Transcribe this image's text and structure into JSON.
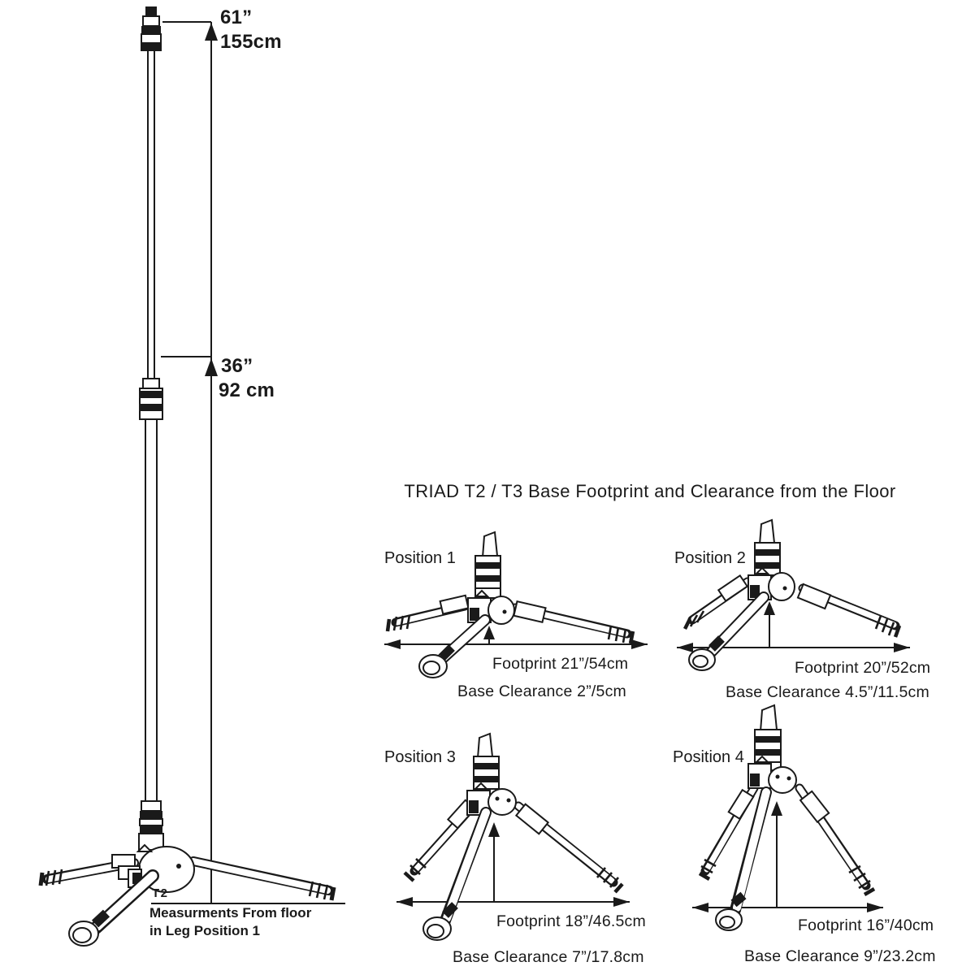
{
  "page": {
    "background": "#ffffff",
    "ink_color": "#1a1a1a"
  },
  "stand_figure": {
    "model_label": "T2",
    "full_height": {
      "inches": "61”",
      "metric": "155cm"
    },
    "mid_height": {
      "inches": "36”",
      "metric": "92 cm"
    },
    "note_line1": "Measurments From floor",
    "note_line2": "in Leg Position 1"
  },
  "footprint_section": {
    "title": "TRIAD T2 / T3 Base Footprint and Clearance from the Floor",
    "positions": [
      {
        "label": "Position 1",
        "footprint": "Footprint 21”/54cm",
        "clearance": "Base Clearance 2”/5cm"
      },
      {
        "label": "Position 2",
        "footprint": "Footprint 20”/52cm",
        "clearance": "Base Clearance 4.5”/11.5cm"
      },
      {
        "label": "Position 3",
        "footprint": "Footprint 18”/46.5cm",
        "clearance": "Base Clearance 7”/17.8cm"
      },
      {
        "label": "Position 4",
        "footprint": "Footprint 16”/40cm",
        "clearance": "Base Clearance 9”/23.2cm"
      }
    ]
  }
}
